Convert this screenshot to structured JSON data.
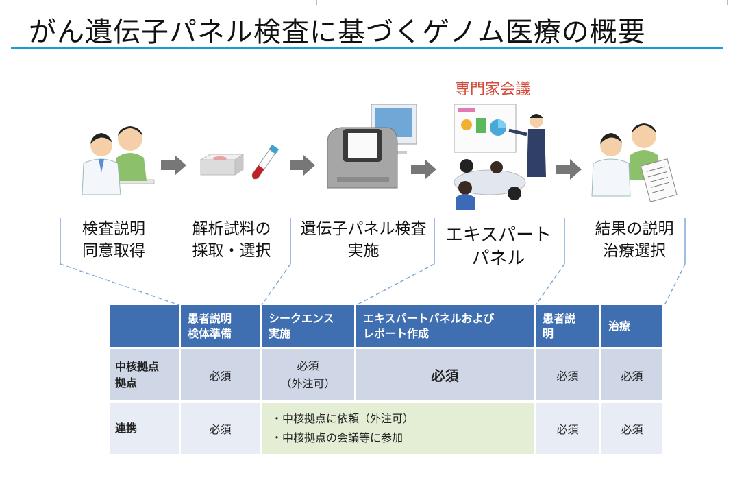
{
  "title": "がん遺伝子パネル検査に基づくゲノム医療の概要",
  "expert_meeting_heading": "専門家会議",
  "stages": [
    {
      "line1": "検査説明",
      "line2": "同意取得"
    },
    {
      "line1": "解析試料の",
      "line2": "採取・選択"
    },
    {
      "line1": "遺伝子パネル検査",
      "line2": "実施"
    },
    {
      "line1": "エキスパート",
      "line2": "パネル"
    },
    {
      "line1": "結果の説明",
      "line2": "治療選択"
    }
  ],
  "table": {
    "headers": [
      {
        "line1": "",
        "line2": ""
      },
      {
        "line1": "患者説明",
        "line2": "検体準備"
      },
      {
        "line1": "シークエンス",
        "line2": "実施"
      },
      {
        "line1": "エキスパートパネルおよび",
        "line2": "レポート作成"
      },
      {
        "line1": "患者説",
        "line2": "明"
      },
      {
        "line1": "治療",
        "line2": ""
      }
    ],
    "rows": [
      {
        "label1": "中核拠点",
        "label2": "拠点",
        "c1": "必須",
        "c2_line1": "必須",
        "c2_line2": "（外注可）",
        "c3": "必須",
        "c4": "必須",
        "c5": "必須"
      },
      {
        "label1": "連携",
        "c1": "必須",
        "merged_line1": "・中核拠点に依頼（外注可）",
        "merged_line2": "・中核拠点の会議等に参加",
        "c4": "必須",
        "c5": "必須"
      }
    ]
  },
  "colors": {
    "accent_rule": "#1a9ad6",
    "header_fill": "#3f6fb1",
    "row_fill": "#cfd7e6",
    "merged_fill": "#e3eed5",
    "heading_red": "#d24a3a"
  },
  "icons": [
    "doctor-patient-consultation-icon",
    "specimen-and-blood-tube-icon",
    "sequencer-machine-icon",
    "expert-meeting-icon",
    "doctor-patient-results-icon"
  ]
}
